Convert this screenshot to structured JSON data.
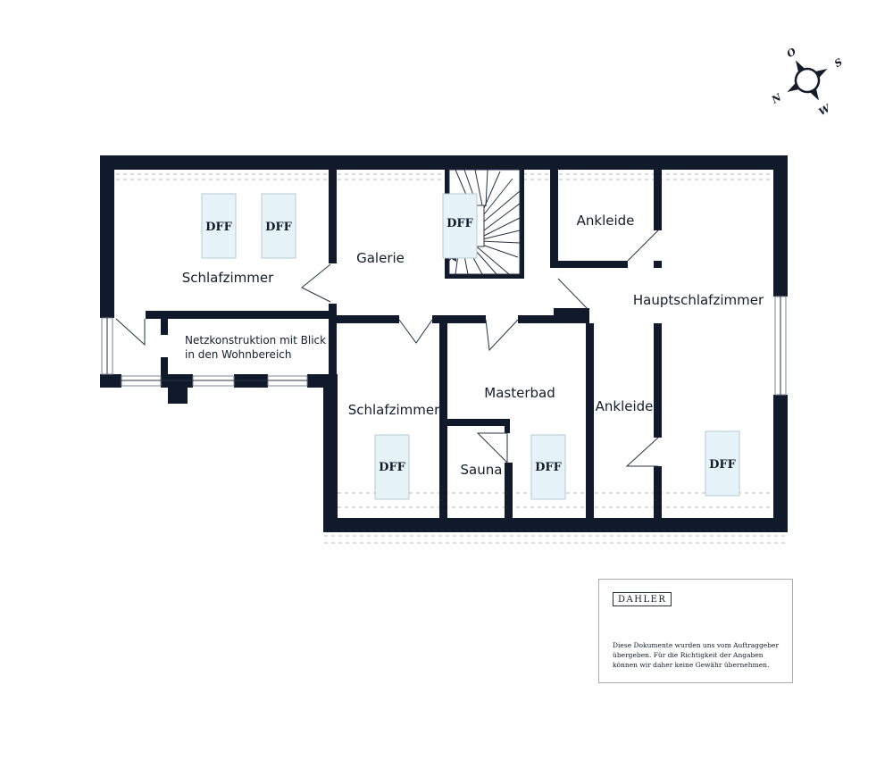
{
  "rooms": {
    "schlafzimmer_nw": "Schlafzimmer",
    "galerie": "Galerie",
    "ankleide_ne": "Ankleide",
    "hauptschlafzimmer": "Hauptschlafzimmer",
    "netz_line1": "Netzkonstruktion mit Blick",
    "netz_line2": "in den Wohnbereich",
    "schlafzimmer_s": "Schlafzimmer",
    "masterbad": "Masterbad",
    "sauna": "Sauna",
    "ankleide_s": "Ankleide"
  },
  "skylights": {
    "label": "DFF"
  },
  "compass": {
    "n": "N",
    "o": "O",
    "s": "S",
    "w": "W"
  },
  "disclaimer": {
    "logo": "DAHLER",
    "line1": "Diese Dokumente wurden uns vom Auftraggeber",
    "line2": "übergeben. Für die Richtigkeit der Angaben",
    "line3": "können wir daher keine Gewähr übernehmen."
  }
}
